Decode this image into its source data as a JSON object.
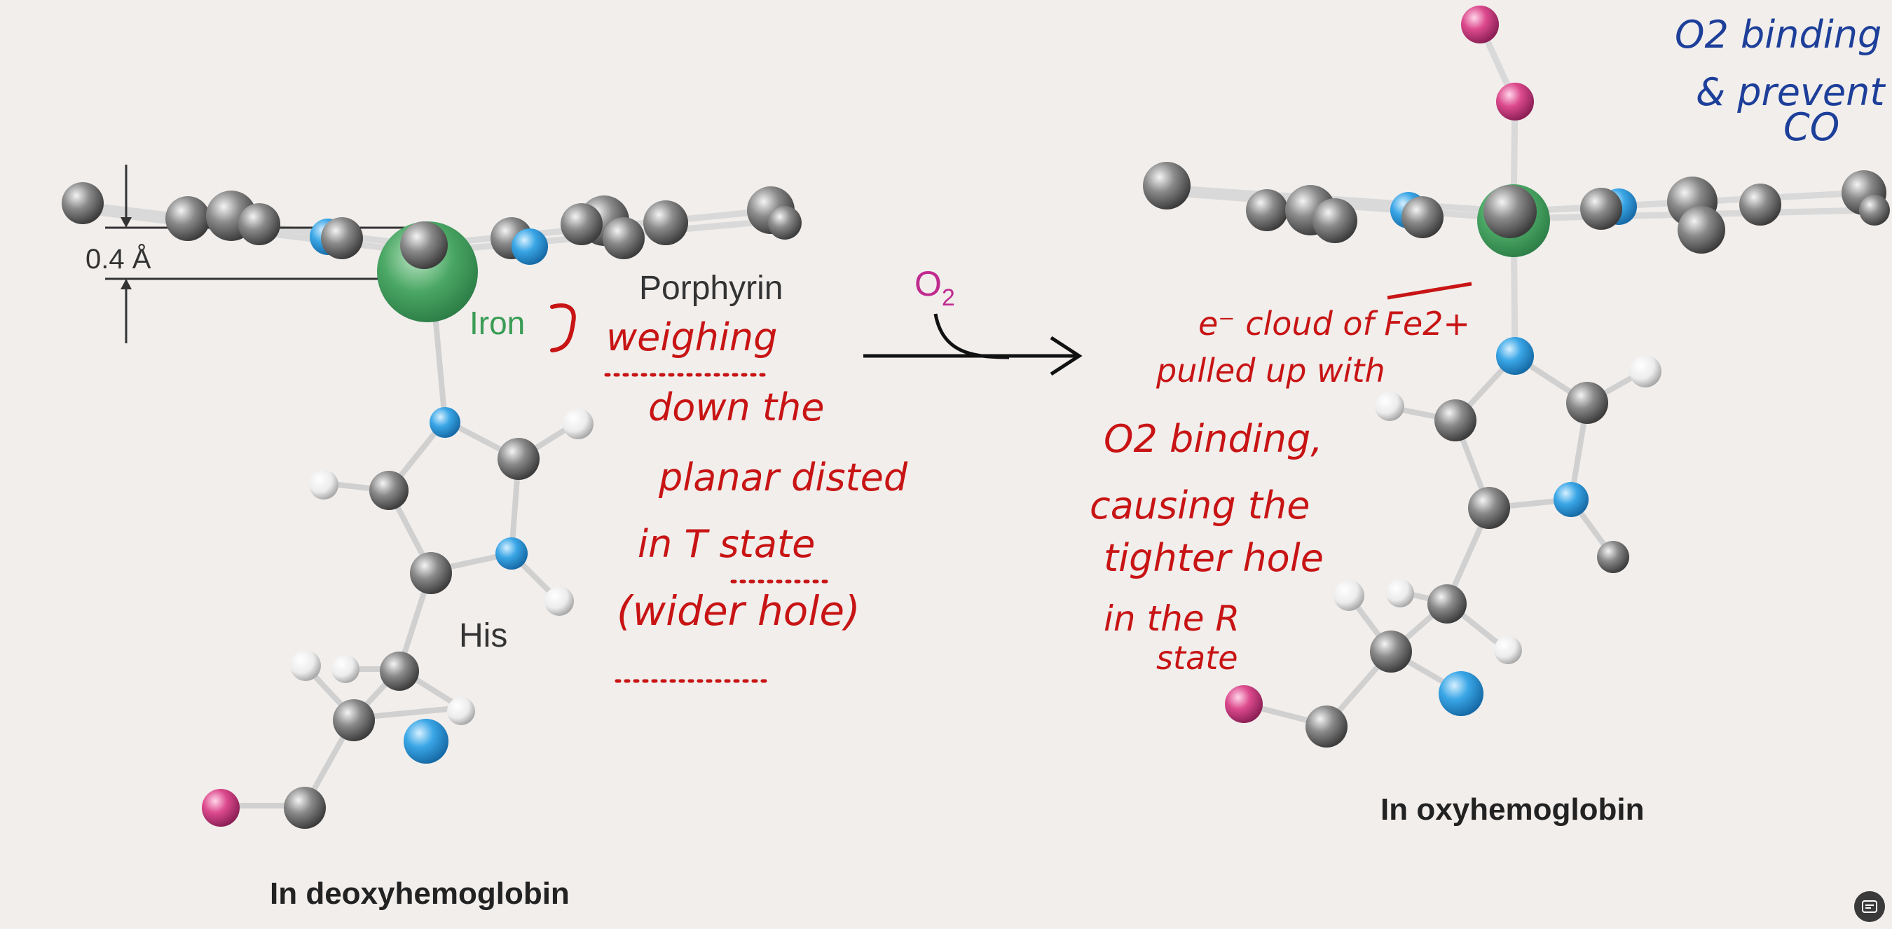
{
  "labels": {
    "distance": "0.4 Å",
    "porphyrin": "Porphyrin",
    "iron": "Iron",
    "his": "His",
    "o2_main": "O",
    "o2_sub": "2",
    "deoxy_title": "In deoxyhemoglobin",
    "oxy_title": "In oxyhemoglobin"
  },
  "handwriting_red_left": [
    "weighing",
    "down the",
    "planar disted",
    "in T state",
    "(wider hole)"
  ],
  "handwriting_red_right": [
    "e⁻ cloud of Fe2+",
    "pulled up with",
    "O2 binding,",
    "causing the",
    "tighter hole",
    "in the R",
    "state"
  ],
  "handwriting_blue": [
    "O2 binding",
    "& prevent",
    "CO"
  ],
  "colors": {
    "background": "#f1eeec",
    "carbon": "#7a7a7a",
    "nitrogen": "#2f9fe0",
    "oxygen": "#d93f86",
    "hydrogen": "#f2f2f2",
    "iron": "#3f9f5a",
    "iron_label": "#3a9c55",
    "o2_label": "#c02a8f",
    "annotation_red": "#c81414",
    "annotation_blue": "#1d3f99"
  },
  "icons": {
    "corner_button": "caption-icon"
  }
}
